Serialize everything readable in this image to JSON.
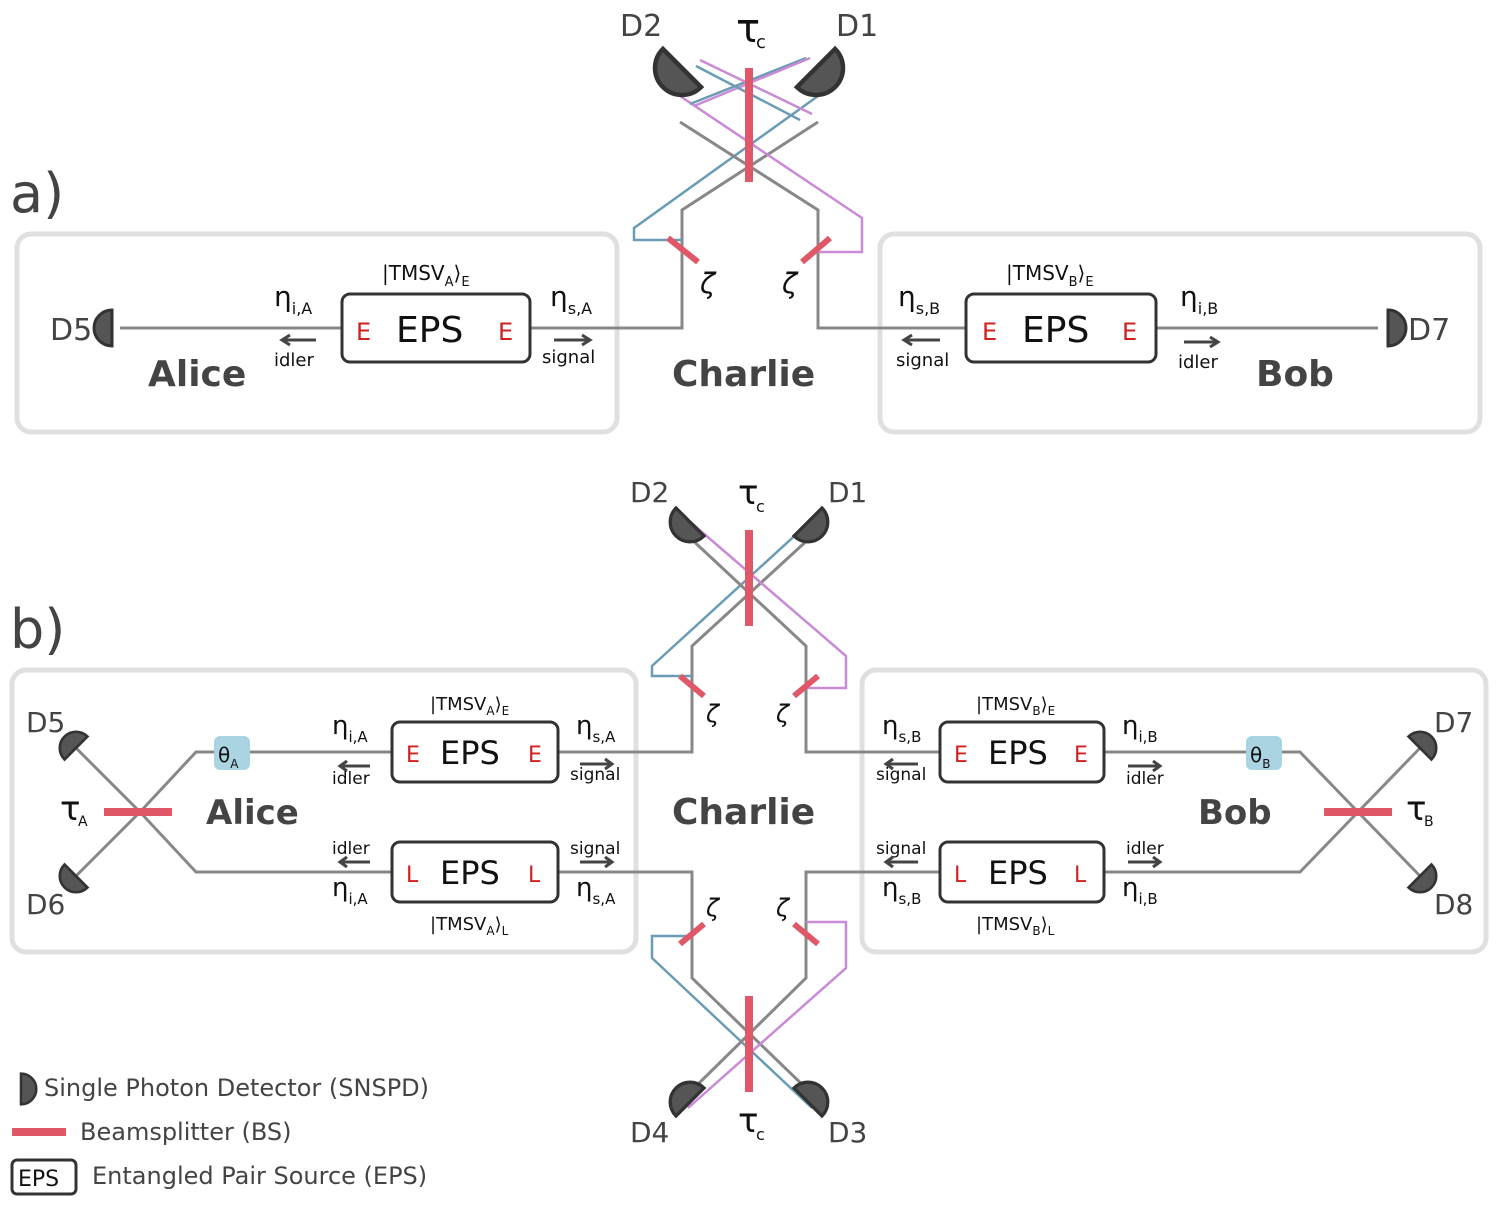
{
  "panels": {
    "a": "a)",
    "b": "b)"
  },
  "parties": {
    "alice": "Alice",
    "bob": "Bob",
    "charlie": "Charlie"
  },
  "detectors": {
    "d1": "D1",
    "d2": "D2",
    "d3": "D3",
    "d4": "D4",
    "d5": "D5",
    "d6": "D6",
    "d7": "D7",
    "d8": "D8"
  },
  "symbols": {
    "tau": "τ",
    "sub_c": "c",
    "sub_A": "A",
    "sub_B": "B",
    "zeta": "ζ",
    "theta": "θ",
    "eta": "η",
    "sub_iA": "i,A",
    "sub_sA": "s,A",
    "sub_iB": "i,B",
    "sub_sB": "s,B"
  },
  "eps": {
    "label": "EPS",
    "early": "E",
    "late": "L"
  },
  "states": {
    "tmsv_A": "TMSV",
    "tmsv_B": "TMSV",
    "sub_E": "E",
    "sub_L": "L"
  },
  "modes": {
    "idler": "idler",
    "signal": "signal"
  },
  "legend": {
    "detector": "Single Photon Detector (SNSPD)",
    "beamsplitter": "Beamsplitter (BS)",
    "eps_icon": "EPS",
    "eps": "Entangled Pair Source (EPS)"
  },
  "colors": {
    "beamsplitter": "#e05868",
    "fiber_blue": "#6a9db5",
    "fiber_purple": "#c98ad6",
    "eps_mode": "#d02020",
    "theta_box": "#aad4e2"
  }
}
